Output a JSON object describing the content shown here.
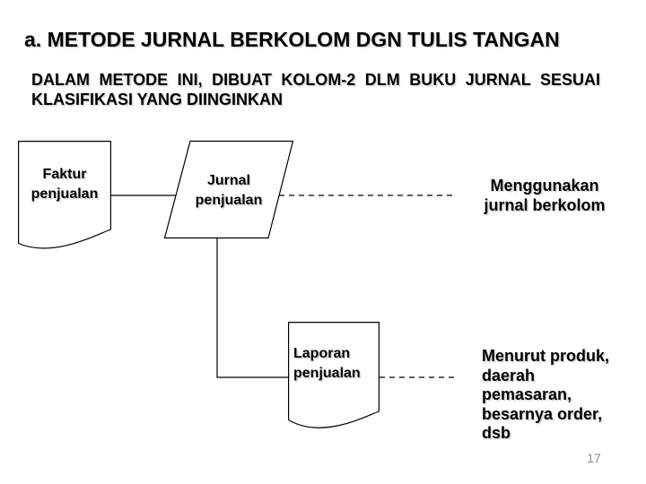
{
  "slide": {
    "title": "a. METODE JURNAL BERKOLOM DGN TULIS TANGAN",
    "subtitle_line1": "DALAM METODE INI, DIBUAT KOLOM-2 DLM BUKU JURNAL SESUAI",
    "subtitle_line2": "KLASIFIKASI YANG DIINGINKAN",
    "page_number": "17"
  },
  "diagram": {
    "nodes": [
      {
        "id": "faktur",
        "type": "document",
        "label": "Faktur\npenjualan"
      },
      {
        "id": "jurnal",
        "type": "parallelogram",
        "label": "Jurnal\npenjualan"
      },
      {
        "id": "laporan",
        "type": "document",
        "label": "Laporan\npenjualan"
      }
    ],
    "annotations": [
      {
        "id": "jurnal-note",
        "text": "Menggunakan\njurnal berkolom",
        "linked_node": "jurnal"
      },
      {
        "id": "laporan-note",
        "text": "Menurut produk,\ndaerah\npemasaran,\nbesarnya order,\ndsb",
        "linked_node": "laporan"
      }
    ],
    "connectors": [
      {
        "from": "faktur",
        "to": "jurnal",
        "style": "solid"
      },
      {
        "from": "jurnal",
        "to": "jurnal-note",
        "style": "dashed"
      },
      {
        "from": "jurnal",
        "to": "laporan",
        "style": "solid-elbow"
      },
      {
        "from": "laporan",
        "to": "laporan-note",
        "style": "dashed"
      }
    ],
    "colors": {
      "shape_stroke": "#000000",
      "shape_fill": "#ffffff",
      "text": "#000000",
      "page_number": "#8c8c8c",
      "background": "#ffffff"
    }
  }
}
